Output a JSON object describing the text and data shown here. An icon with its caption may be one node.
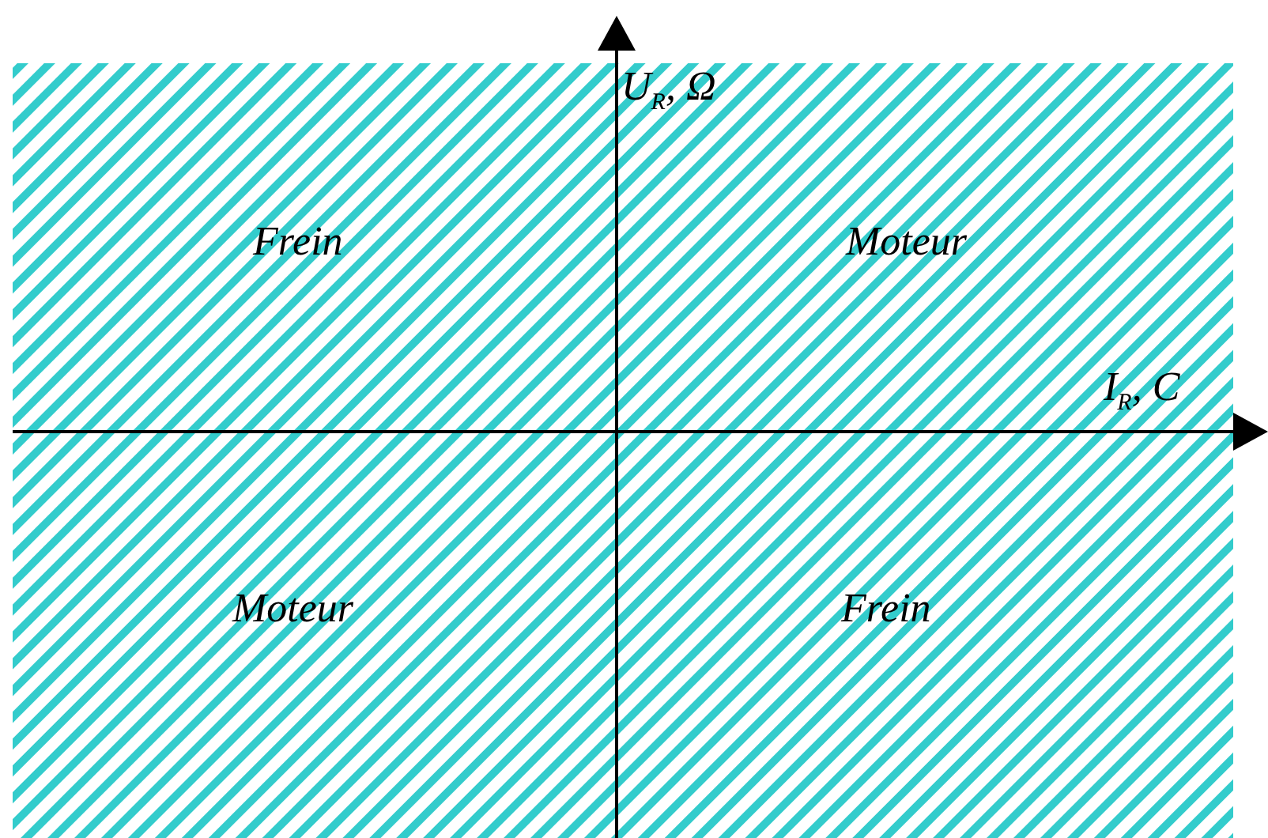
{
  "diagram": {
    "labels": [
      "U$_{R}$, Ω",
      "Frein",
      "Moteur",
      "I$_{R}$, C",
      "Moteur",
      "Frein"
    ]
  }
}
